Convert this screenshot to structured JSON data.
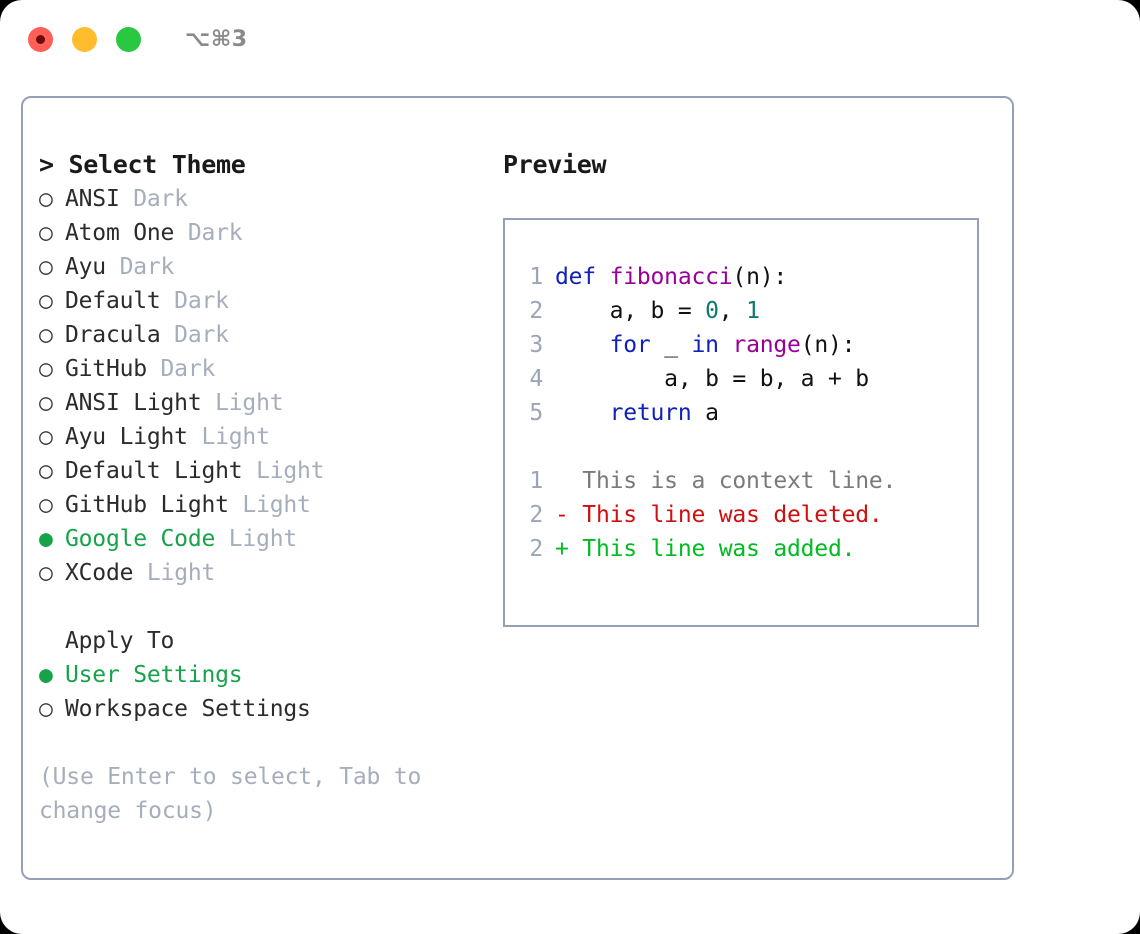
{
  "titlebar": {
    "shortcut": "⌥⌘3",
    "buttons": [
      {
        "name": "close",
        "color": "#ff5f57"
      },
      {
        "name": "minimize",
        "color": "#ffbd2e"
      },
      {
        "name": "zoom",
        "color": "#28c840"
      }
    ]
  },
  "left": {
    "heading": "> Select Theme",
    "themes": [
      {
        "bullet": "○",
        "name": "ANSI",
        "variant": "Dark",
        "selected": false
      },
      {
        "bullet": "○",
        "name": "Atom One",
        "variant": "Dark",
        "selected": false
      },
      {
        "bullet": "○",
        "name": "Ayu",
        "variant": "Dark",
        "selected": false
      },
      {
        "bullet": "○",
        "name": "Default",
        "variant": "Dark",
        "selected": false
      },
      {
        "bullet": "○",
        "name": "Dracula",
        "variant": "Dark",
        "selected": false
      },
      {
        "bullet": "○",
        "name": "GitHub",
        "variant": "Dark",
        "selected": false
      },
      {
        "bullet": "○",
        "name": "ANSI Light",
        "variant": "Light",
        "selected": false
      },
      {
        "bullet": "○",
        "name": "Ayu Light",
        "variant": "Light",
        "selected": false
      },
      {
        "bullet": "○",
        "name": "Default Light",
        "variant": "Light",
        "selected": false
      },
      {
        "bullet": "○",
        "name": "GitHub Light",
        "variant": "Light",
        "selected": false
      },
      {
        "bullet": "●",
        "name": "Google Code",
        "variant": "Light",
        "selected": true
      },
      {
        "bullet": "○",
        "name": "XCode",
        "variant": "Light",
        "selected": false
      }
    ],
    "apply_to_title": "Apply To",
    "apply_to": [
      {
        "bullet": "●",
        "label": "User Settings",
        "selected": true
      },
      {
        "bullet": "○",
        "label": "Workspace Settings",
        "selected": false
      }
    ],
    "hint": "(Use Enter to select, Tab to change focus)"
  },
  "preview": {
    "title": "Preview",
    "code_lines": [
      {
        "no": "1",
        "tokens": [
          {
            "t": "def ",
            "c": "kw"
          },
          {
            "t": "fibonacci",
            "c": "fn"
          },
          {
            "t": "(n):",
            "c": "plain"
          }
        ]
      },
      {
        "no": "2",
        "tokens": [
          {
            "t": "    a, b = ",
            "c": "plain"
          },
          {
            "t": "0",
            "c": "num"
          },
          {
            "t": ", ",
            "c": "plain"
          },
          {
            "t": "1",
            "c": "num"
          }
        ]
      },
      {
        "no": "3",
        "tokens": [
          {
            "t": "    ",
            "c": "plain"
          },
          {
            "t": "for",
            "c": "kw"
          },
          {
            "t": " _ ",
            "c": "plain"
          },
          {
            "t": "in",
            "c": "kw"
          },
          {
            "t": " ",
            "c": "plain"
          },
          {
            "t": "range",
            "c": "fn"
          },
          {
            "t": "(n):",
            "c": "plain"
          }
        ]
      },
      {
        "no": "4",
        "tokens": [
          {
            "t": "        a, b = b, a + b",
            "c": "plain"
          }
        ]
      },
      {
        "no": "5",
        "tokens": [
          {
            "t": "    ",
            "c": "plain"
          },
          {
            "t": "return",
            "c": "kw"
          },
          {
            "t": " a",
            "c": "plain"
          }
        ]
      }
    ],
    "diff_lines": [
      {
        "no": "1",
        "marker": "  ",
        "text": "This is a context line.",
        "kind": "ctx"
      },
      {
        "no": "2",
        "marker": "- ",
        "text": "This line was deleted.",
        "kind": "del"
      },
      {
        "no": "2",
        "marker": "+ ",
        "text": "This line was added.",
        "kind": "add"
      }
    ]
  },
  "colors": {
    "selected_green": "#16a34a",
    "muted_gray": "#a6adbb",
    "border": "#96a0b4",
    "keyword": "#1021b8",
    "function": "#990099",
    "number": "#0d7a6e",
    "diff_delete": "#cc1111",
    "diff_add": "#00bb22",
    "diff_context": "#7a7a7a"
  }
}
